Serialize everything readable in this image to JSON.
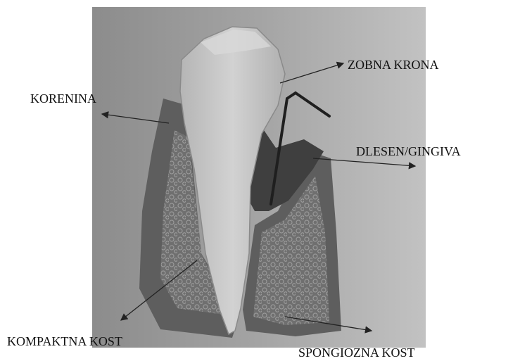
{
  "labels": {
    "crown": "ZOBNA KRONA",
    "root": "KORENINA",
    "gum": "DLESEN/GINGIVA",
    "compact_bone": "KOMPAKTNA KOST",
    "spongy_bone": "SPONGIOZNA KOST"
  },
  "colors": {
    "photo_background": "#9a9a9a",
    "tooth": "#c9c9c9",
    "gum": "#555555",
    "bone": "#6e6e6e",
    "label_text": "#111111",
    "arrow": "#222222"
  }
}
